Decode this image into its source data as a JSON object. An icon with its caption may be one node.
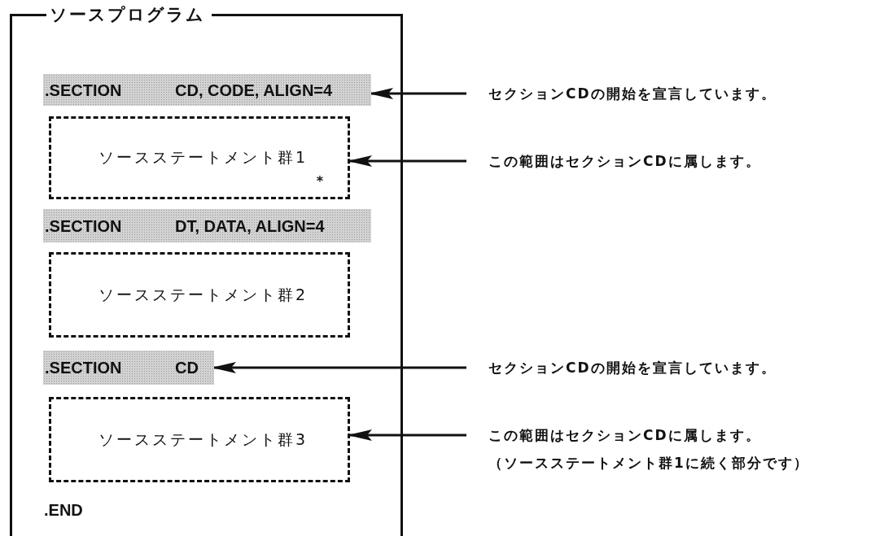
{
  "diagram": {
    "nodes": [
      {
        "text": [
          "ソースプログラム"
        ]
      },
      {
        "text": [
          ".SECTION",
          "CD, CODE, ALIGN=4"
        ],
        "in": 0
      },
      {
        "text": [
          "ソースステートメント群1",
          "*"
        ],
        "in": 0
      },
      {
        "text": [
          ".SECTION",
          "DT, DATA, ALIGN=4"
        ],
        "in": 0
      },
      {
        "text": [
          "ソースステートメント群2"
        ],
        "in": 0
      },
      {
        "text": [
          ".SECTION",
          "CD"
        ],
        "in": 0
      },
      {
        "text": [
          "ソースステートメント群3"
        ],
        "in": 0
      },
      {
        "text": [
          "セクションCDの開始を宣言しています。"
        ]
      },
      {
        "text": [
          "この範囲はセクションCDに属します。"
        ]
      },
      {
        "text": [
          "セクションCDの開始を宣言しています。"
        ]
      },
      {
        "text": [
          "この範囲はセクションCDに属します。",
          "（ソースステートメント群1に続く部分です）"
        ]
      }
    ],
    "edges": [
      {
        "from": 7,
        "to": 1,
        "arrow": "to"
      },
      {
        "from": 8,
        "to": 2,
        "arrow": "to"
      },
      {
        "from": 9,
        "to": 5,
        "arrow": "to"
      },
      {
        "from": 10,
        "to": 6,
        "arrow": "to"
      }
    ],
    "labels": [
      ".END"
    ]
  }
}
